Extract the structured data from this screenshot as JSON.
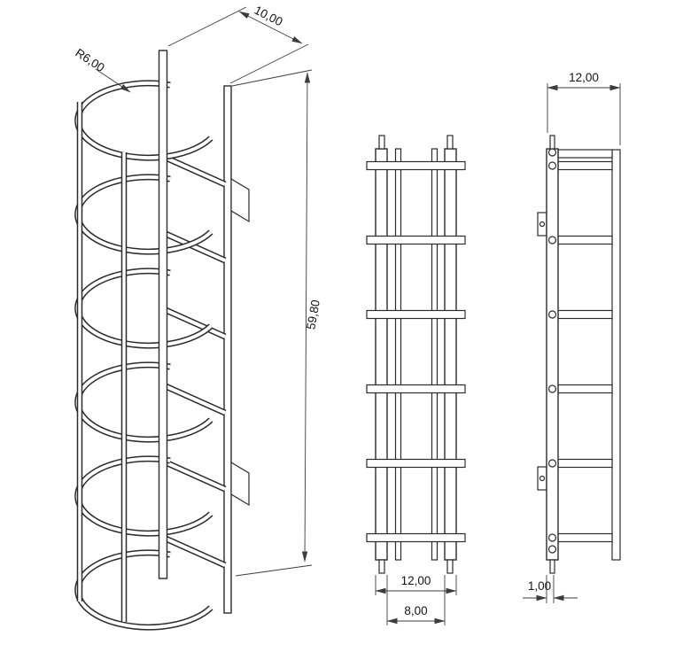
{
  "drawing_labels": {
    "iso_radius": "R6,00",
    "iso_width": "10,00",
    "iso_height": "59,80",
    "front_outer_width": "12,00",
    "front_inner_width": "8,00",
    "side_depth": "12,00",
    "side_thickness": "1,00"
  },
  "colors": {
    "line": "#2b2b2b",
    "dimension": "#3c3c3c",
    "background": "#ffffff"
  }
}
